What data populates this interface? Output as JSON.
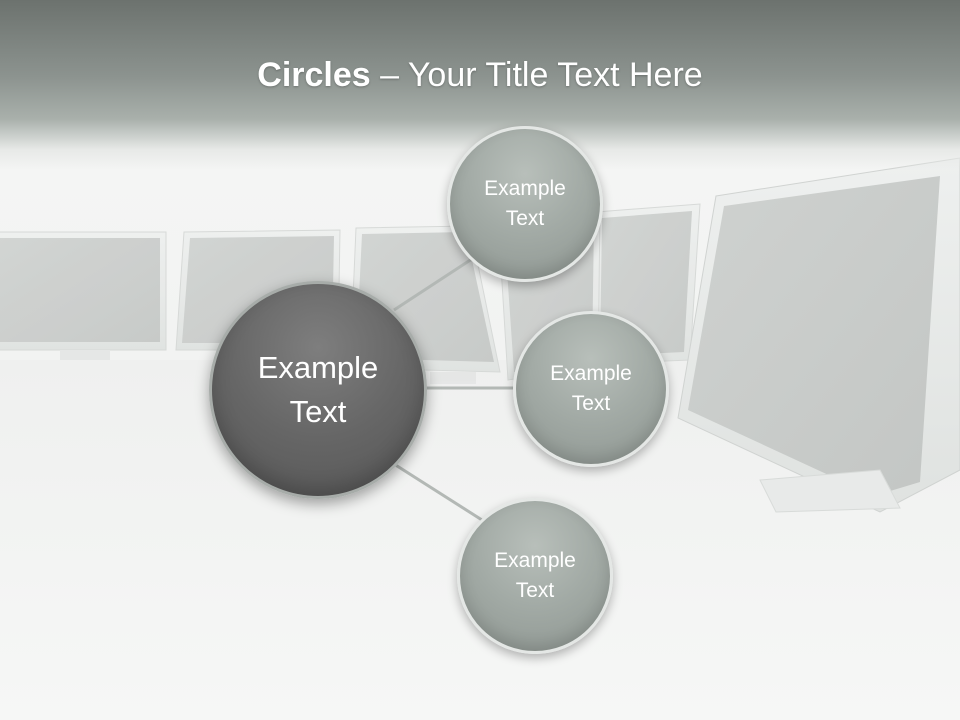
{
  "title": {
    "bold": "Circles",
    "rest": " – Your Title Text Here"
  },
  "diagram": {
    "center": {
      "line1": "Example",
      "line2": "Text"
    },
    "nodes": [
      {
        "line1": "Example",
        "line2": "Text"
      },
      {
        "line1": "Example",
        "line2": "Text"
      },
      {
        "line1": "Example",
        "line2": "Text"
      }
    ]
  },
  "colors": {
    "title_band": "#7f8682",
    "node_fill": "#a3aba6",
    "center_fill": "#666666",
    "connector": "#b3b8b5"
  }
}
